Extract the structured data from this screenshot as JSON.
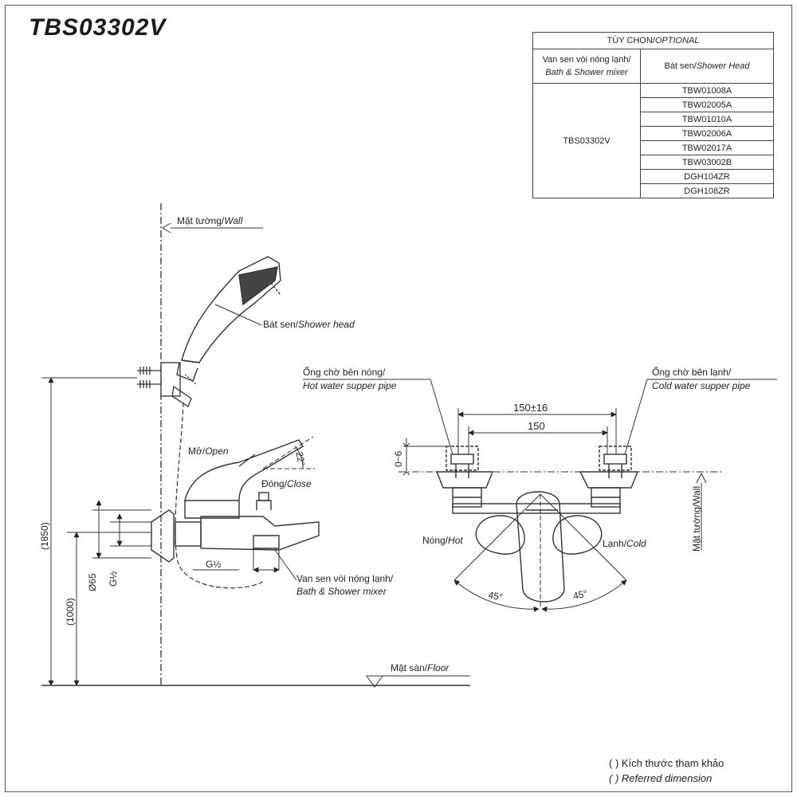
{
  "model": "TBS03302V",
  "optional_table": {
    "header_vi": "TÙY CHỌN/",
    "header_en": "OPTIONAL",
    "col1_vi": "Van sen vòi nóng lạnh/",
    "col1_en": "Bath & Shower mixer",
    "col2_vi": "Bát sen/",
    "col2_en": "Shower Head",
    "mixer_model": "TBS03302V",
    "shower_heads": [
      "TBW01008A",
      "TBW02005A",
      "TBW01010A",
      "TBW02006A",
      "TBW02017A",
      "TBW03002B",
      "DGH104ZR",
      "DGH108ZR"
    ]
  },
  "labels": {
    "wall_vi": "Mặt tường/",
    "wall_en": "Wall",
    "shower_head_vi": "Bát sen/",
    "shower_head_en": "Shower head",
    "open_vi": "Mở/",
    "open_en": "Open",
    "close_vi": "Đóng/",
    "close_en": "Close",
    "angle_22": "22°",
    "mixer_vi": "Van sen vòi nóng lạnh/",
    "mixer_en": "Bath & Shower mixer",
    "g_half": "G½",
    "d65": "Ø65",
    "h1850": "(1850)",
    "h1000": "(1000)",
    "floor_vi": "Mặt sàn/",
    "floor_en": "Floor",
    "hot_pipe_vi": "Ống chờ bên nóng/",
    "hot_pipe_en": "Hot water supper pipe",
    "cold_pipe_vi": "Ống chờ bên lạnh/",
    "cold_pipe_en": "Cold water supper pipe",
    "dim_150_16": "150±16",
    "dim_150": "150",
    "dim_0_6": "0~6",
    "hot_vi": "Nóng/",
    "hot_en": "Hot",
    "cold_vi": "Lạnh/",
    "cold_en": "Cold",
    "angle_45": "45°",
    "wall_vertical": "Mặt tường/Wall"
  },
  "legend": {
    "line1": "(        ) Kích thước tham khảo",
    "line2": "(        ) Referred dimension"
  }
}
